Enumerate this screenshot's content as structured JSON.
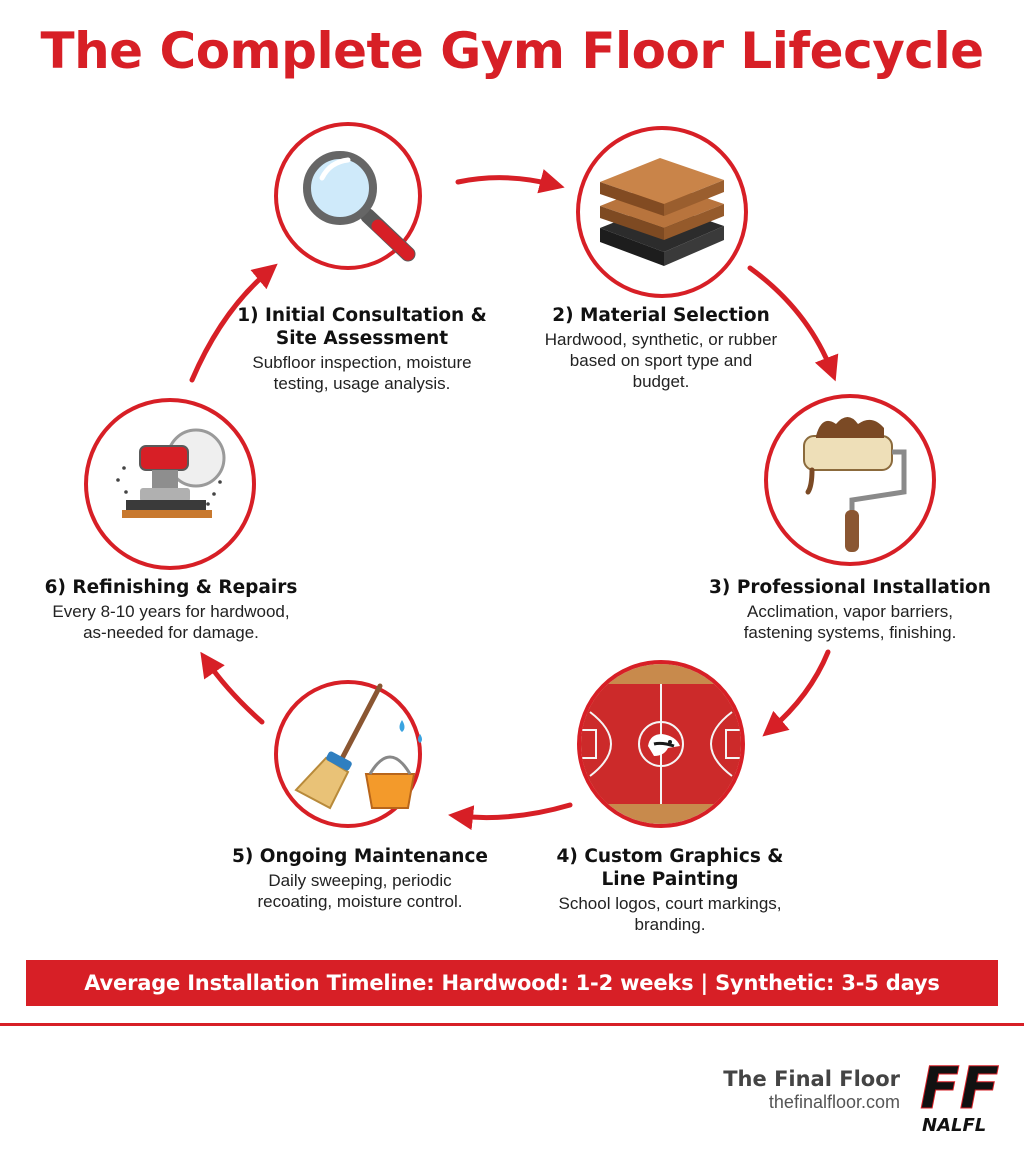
{
  "title": "The Complete Gym Floor Lifecycle",
  "steps": [
    {
      "title_lines": [
        "1) Initial Consultation &",
        "Site Assessment"
      ],
      "desc_lines": [
        "Subfloor inspection, moisture",
        "testing, usage analysis."
      ],
      "icon": "magnifying-glass-icon"
    },
    {
      "title_lines": [
        "2) Material Selection"
      ],
      "desc_lines": [
        "Hardwood, synthetic, or rubber",
        "based on sport type and",
        "budget."
      ],
      "icon": "material-layers-icon"
    },
    {
      "title_lines": [
        "3) Professional Installation"
      ],
      "desc_lines": [
        "Acclimation, vapor barriers,",
        "fastening systems, finishing."
      ],
      "icon": "paint-roller-icon"
    },
    {
      "title_lines": [
        "4) Custom Graphics &",
        "Line Painting"
      ],
      "desc_lines": [
        "School logos, court markings,",
        "branding."
      ],
      "icon": "basketball-court-icon"
    },
    {
      "title_lines": [
        "5) Ongoing Maintenance"
      ],
      "desc_lines": [
        "Daily sweeping, periodic",
        "recoating, moisture control."
      ],
      "icon": "broom-bucket-icon"
    },
    {
      "title_lines": [
        "6) Refinishing & Repairs"
      ],
      "desc_lines": [
        "Every 8-10 years for hardwood,",
        "as-needed for damage."
      ],
      "icon": "floor-sander-icon"
    }
  ],
  "banner": "Average Installation Timeline: Hardwood: 1-2 weeks | Synthetic: 3-5 days",
  "brand": {
    "name": "The Final Floor",
    "url": "thefinalfloor.com",
    "logo_text": "FF",
    "logo_subtext": "NALFL"
  },
  "colors": {
    "accent": "#d71f26",
    "text": "#1b1b1b"
  }
}
